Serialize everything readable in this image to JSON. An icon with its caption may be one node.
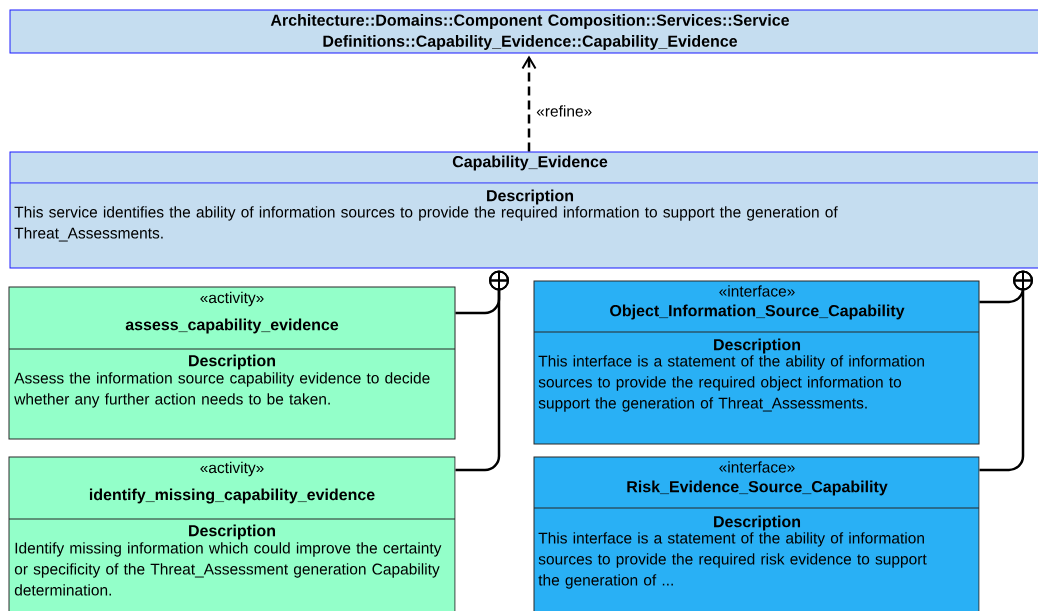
{
  "diagram": {
    "nodes": [
      {
        "text": [
          "Architecture::Domains::Component Composition::Services::Service Definitions::Capability_Evidence::Capability_Evidence"
        ]
      },
      {
        "text": [
          "Capability_Evidence",
          "Description",
          "This service identifies the ability of information sources to provide the required information to support the generation of Threat_Assessments."
        ]
      },
      {
        "text": [
          "«activity»",
          "assess_capability_evidence",
          "Description",
          "Assess the information source capability evidence to decide whether any further action needs to be taken."
        ]
      },
      {
        "text": [
          "«activity»",
          "identify_missing_capability_evidence",
          "Description",
          "Identify missing information which could improve the certainty or specificity of the Threat_Assessment generation Capability determination."
        ]
      },
      {
        "text": [
          "«interface»",
          "Object_Information_Source_Capability",
          "Description",
          "This interface is a statement of the ability of information sources to provide the required object information to support the generation of Threat_Assessments."
        ]
      },
      {
        "text": [
          "«interface»",
          "Risk_Evidence_Source_Capability",
          "Description",
          "This interface is a statement of the ability of information sources to provide the required risk evidence to support the generation of ..."
        ]
      }
    ],
    "edges": [
      {
        "from": 1,
        "to": 0,
        "arrow": "to",
        "style": "dashed",
        "label": "«refine»"
      },
      {
        "from": 2,
        "to": 1,
        "arrow": "other"
      },
      {
        "from": 3,
        "to": 1,
        "arrow": "other"
      },
      {
        "from": 4,
        "to": 1,
        "arrow": "other"
      },
      {
        "from": 5,
        "to": 1,
        "arrow": "other"
      }
    ]
  }
}
